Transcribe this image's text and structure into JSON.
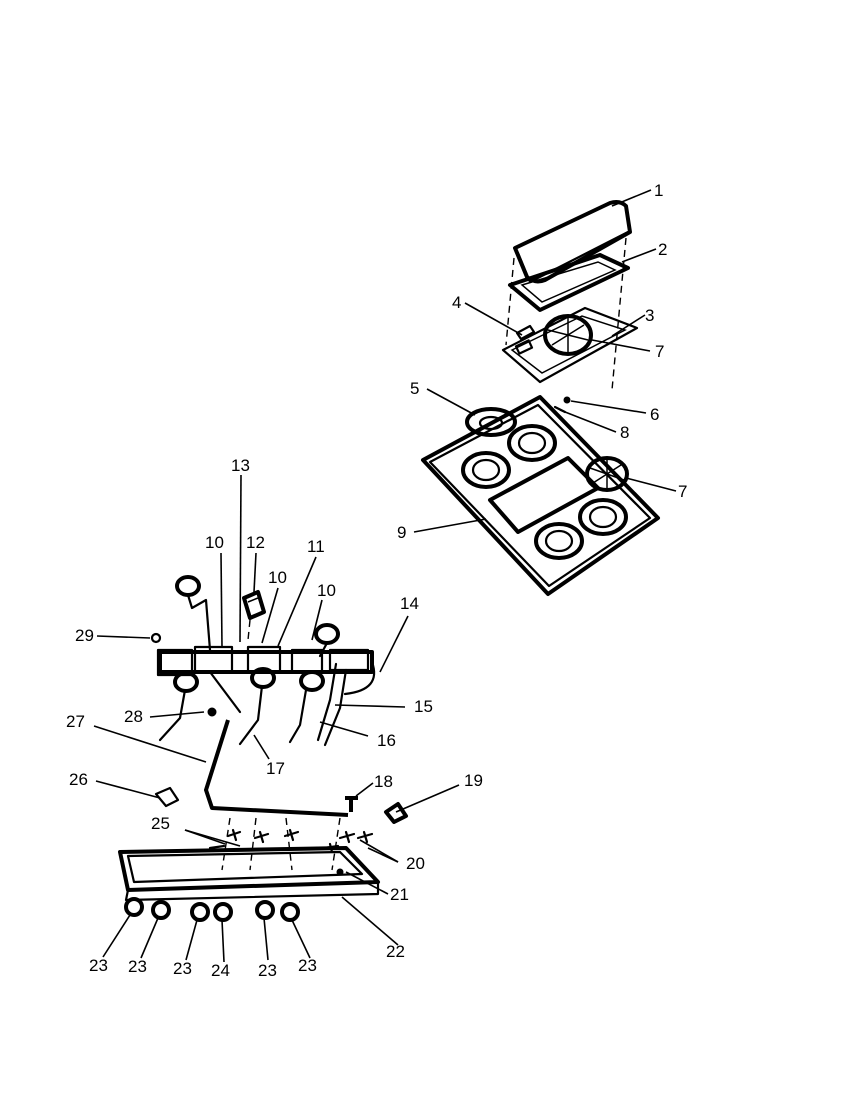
{
  "diagram": {
    "callouts": {
      "c1": "1",
      "c2": "2",
      "c3": "3",
      "c4": "4",
      "c5": "5",
      "c6": "6",
      "c7a": "7",
      "c7b": "7",
      "c8": "8",
      "c9": "9",
      "c10a": "10",
      "c10b": "10",
      "c10c": "10",
      "c11": "11",
      "c12": "12",
      "c13": "13",
      "c14": "14",
      "c15": "15",
      "c16": "16",
      "c17": "17",
      "c18": "18",
      "c19": "19",
      "c20": "20",
      "c21": "21",
      "c22": "22",
      "c23a": "23",
      "c23b": "23",
      "c23c": "23",
      "c23d": "23",
      "c23e": "23",
      "c24": "24",
      "c25": "25",
      "c26": "26",
      "c27": "27",
      "c28": "28",
      "c29": "29"
    }
  }
}
